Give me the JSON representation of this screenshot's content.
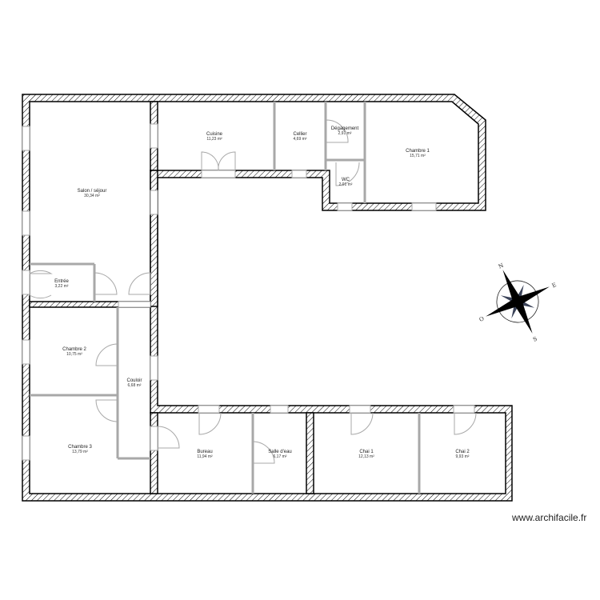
{
  "rooms": [
    {
      "name": "Salon / séjour",
      "area": "30,34 m²"
    },
    {
      "name": "Cuisine",
      "area": "11,23 m²"
    },
    {
      "name": "Cellier",
      "area": "4,69 m²"
    },
    {
      "name": "Dégagement",
      "area": "2,91 m²"
    },
    {
      "name": "WC",
      "area": "2,01 m²"
    },
    {
      "name": "Chambre 1",
      "area": "15,71 m²"
    },
    {
      "name": "Entrée",
      "area": "3,22 m²"
    },
    {
      "name": "Chambre 2",
      "area": "10,75 m²"
    },
    {
      "name": "Couloir",
      "area": "6,68 m²"
    },
    {
      "name": "Chambre 3",
      "area": "13,79 m²"
    },
    {
      "name": "Bureau",
      "area": "11,94 m²"
    },
    {
      "name": "Salle d'eau",
      "area": "6,17 m²"
    },
    {
      "name": "Chai 1",
      "area": "12,13 m²"
    },
    {
      "name": "Chai 2",
      "area": "9,93 m²"
    }
  ],
  "compass": {
    "n": "N",
    "e": "E",
    "s": "S",
    "o": "O"
  },
  "watermark": "www.archifacile.fr",
  "colors": {
    "wall": "#000000",
    "partition": "#a8a8a8"
  }
}
